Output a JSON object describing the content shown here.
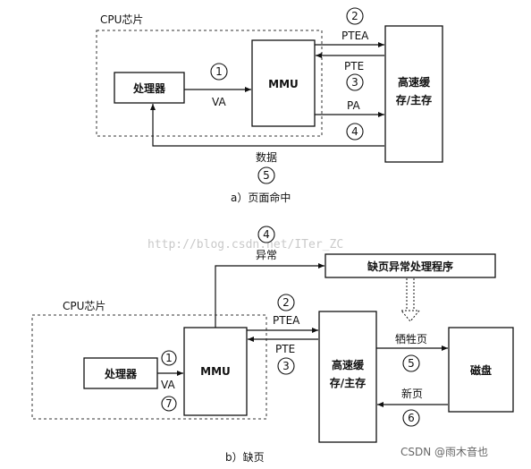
{
  "top": {
    "chip_label": "CPU芯片",
    "processor": "处理器",
    "mmu": "MMU",
    "cache_line1": "高速缓",
    "cache_line2": "存/主存",
    "va": "VA",
    "ptea": "PTEA",
    "pte": "PTE",
    "pa": "PA",
    "data": "数据",
    "n1": "1",
    "n2": "2",
    "n3": "3",
    "n4": "4",
    "n5": "5",
    "caption": "a）页面命中"
  },
  "bottom": {
    "chip_label": "CPU芯片",
    "processor": "处理器",
    "mmu": "MMU",
    "cache_line1": "高速缓",
    "cache_line2": "存/主存",
    "disk": "磁盘",
    "handler": "缺页异常处理程序",
    "exception": "异常",
    "va": "VA",
    "ptea": "PTEA",
    "pte": "PTE",
    "victim": "牺牲页",
    "newpage": "新页",
    "n1": "1",
    "n2": "2",
    "n3": "3",
    "n4": "4",
    "n5": "5",
    "n6": "6",
    "n7": "7",
    "caption": "b）缺页"
  },
  "watermark": "http://blog.csdn.net/ITer_ZC",
  "footer": "CSDN @雨木音也"
}
